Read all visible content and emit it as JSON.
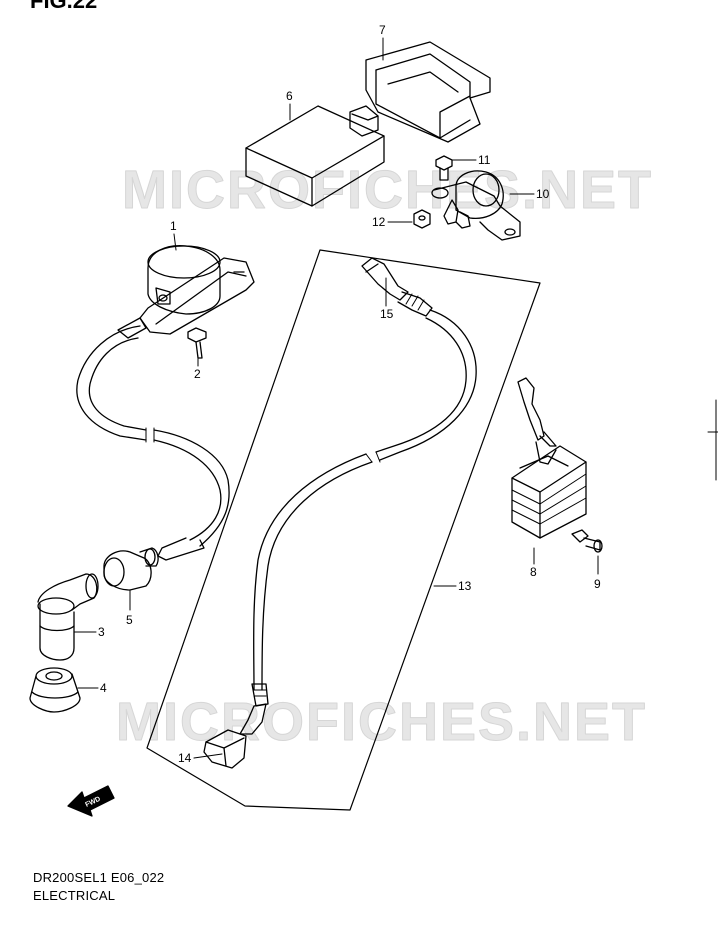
{
  "figure": {
    "title": "FIG.22"
  },
  "watermark": "MICROFICHES.NET",
  "fwd_label": "FWD",
  "footer": {
    "code": "DR200SEL1 E06_022",
    "name": "ELECTRICAL"
  },
  "callouts": [
    "1",
    "2",
    "3",
    "4",
    "5",
    "6",
    "7",
    "8",
    "9",
    "10",
    "11",
    "12",
    "13",
    "14",
    "15"
  ]
}
